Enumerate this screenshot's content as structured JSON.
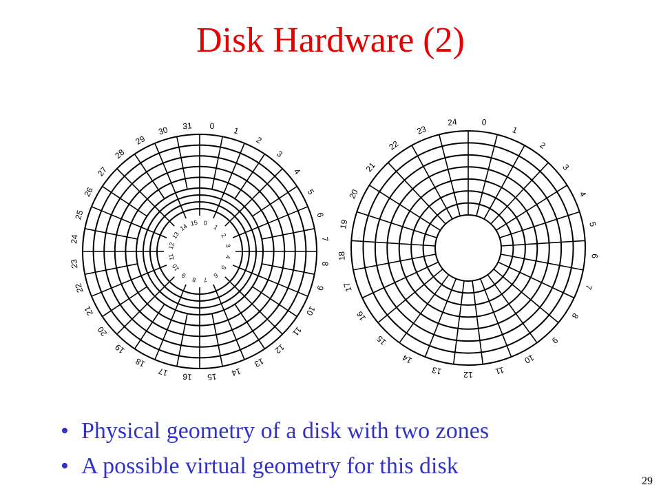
{
  "slide": {
    "title": "Disk Hardware (2)",
    "page_number": "29",
    "text_color_title": "#e60000",
    "text_color_bullets": "#3333cc"
  },
  "bullets": [
    {
      "text": "Physical geometry of a disk with two zones"
    },
    {
      "text": "A possible virtual geometry for this disk"
    }
  ],
  "diagrams": {
    "physical": {
      "outer_zone_sector_labels": [
        "0",
        "1",
        "2",
        "3",
        "4",
        "5",
        "6",
        "7",
        "8",
        "9",
        "10",
        "11",
        "12",
        "13",
        "14",
        "15",
        "16",
        "17",
        "18",
        "19",
        "20",
        "21",
        "22",
        "23",
        "24",
        "25",
        "26",
        "27",
        "28",
        "29",
        "30",
        "31"
      ],
      "inner_zone_sector_labels": [
        "0",
        "1",
        "2",
        "3",
        "4",
        "5",
        "6",
        "7",
        "8",
        "9",
        "10",
        "11",
        "12",
        "13",
        "14",
        "15"
      ],
      "outer_zone_tracks": 5,
      "inner_zone_tracks": 4
    },
    "virtual": {
      "sector_labels": [
        "0",
        "1",
        "2",
        "3",
        "4",
        "5",
        "6",
        "7",
        "8",
        "9",
        "10",
        "11",
        "12",
        "13",
        "14",
        "15",
        "16",
        "17",
        "18",
        "19",
        "20",
        "21",
        "22",
        "23",
        "24"
      ],
      "tracks": 7
    }
  }
}
